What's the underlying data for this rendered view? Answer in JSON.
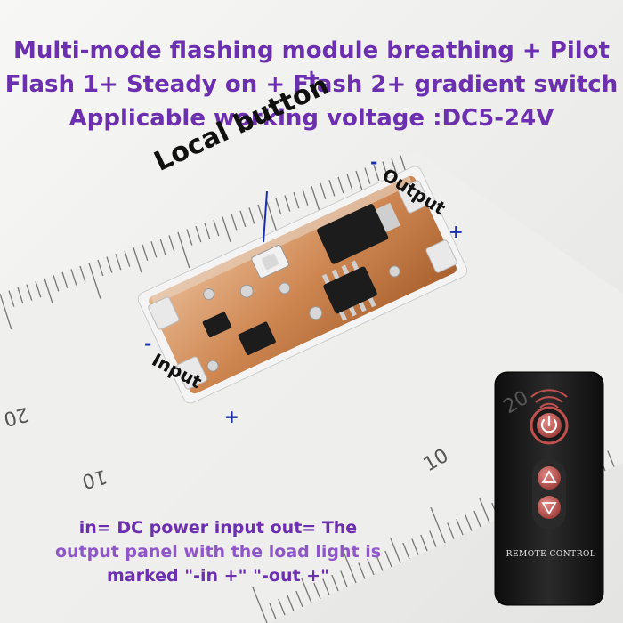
{
  "headline": {
    "line1": "Multi-mode flashing module breathing + Pilot +",
    "line2": "Flash 1+ Steady on + Flash 2+ gradient switch",
    "line3": "Applicable working voltage :DC5-24V"
  },
  "labels": {
    "local_button": "Local button",
    "output": "Output",
    "input": "Input",
    "output_minus": "-",
    "output_plus": "+",
    "input_minus": "-",
    "input_plus": "+"
  },
  "note": {
    "line1": "in= DC power input out= The",
    "line2": "output panel with the load light is",
    "line3": "marked \"-in +\" \"-out +\""
  },
  "remote": {
    "label": "REMOTE CONTROL",
    "power_icon": "power-icon",
    "up_icon": "triangle-up-icon",
    "down_icon": "triangle-down-icon"
  },
  "ruler_digits": {
    "d20": "20",
    "d10": "10",
    "d10b": "10",
    "d20b": "20"
  },
  "colors": {
    "headline": "#6b2fb0",
    "marks": "#1a2fb0",
    "pcb": "#c97a4a",
    "remote": "#1a1a1a",
    "button_ring": "#c0504d"
  }
}
